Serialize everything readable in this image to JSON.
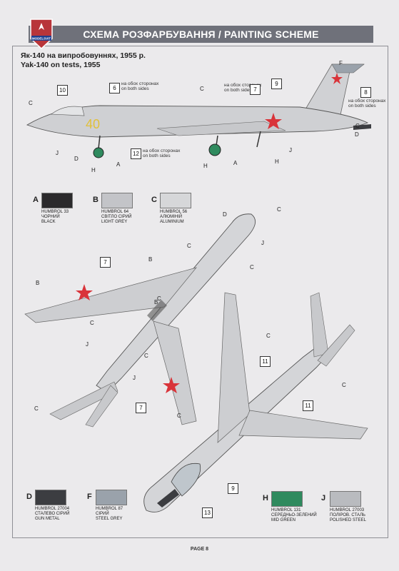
{
  "header": {
    "title": "СХЕМА РОЗФАРБУВАННЯ / PAINTING SCHEME",
    "logo_text": "MODELSVIT"
  },
  "caption": {
    "line1": "Як-140 на випробовуннях, 1955 р.",
    "line2": "Yak-140 on tests, 1955"
  },
  "side_view": {
    "fuselage_number": "40",
    "notes": [
      {
        "num": "6",
        "ua": "на обох сторонах",
        "en": "on both sides"
      },
      {
        "num": "7",
        "ua": "на обох сторонах",
        "en": "on both sides"
      },
      {
        "num": "8",
        "ua": "на обох сторонах",
        "en": "on both sides"
      },
      {
        "num": "12",
        "ua": "на обох сторонах",
        "en": "on both sides"
      }
    ],
    "callouts": [
      "10",
      "9"
    ],
    "tags": [
      "C",
      "C",
      "F",
      "C",
      "J",
      "D",
      "H",
      "A",
      "H",
      "A",
      "J",
      "H",
      "D"
    ]
  },
  "paints_top": [
    {
      "letter": "A",
      "code": "HUMBROL 33",
      "ua": "ЧОРНИЙ",
      "en": "BLACK",
      "color": "#2b2a2c"
    },
    {
      "letter": "B",
      "code": "HUMBROL 64",
      "ua": "СВІТЛО СІРИЙ",
      "en": "LIGHT GREY",
      "color": "#c3c4c8"
    },
    {
      "letter": "C",
      "code": "HUMBROL 56",
      "ua": "АЛЮМІНІЙ",
      "en": "ALUMINIUM",
      "color": "#d6d7d9"
    }
  ],
  "paints_bottom": [
    {
      "letter": "D",
      "code": "HUMBROL 27004",
      "ua": "СТАЛЕВО СІРИЙ",
      "en": "GUN METAL",
      "color": "#3c3d41"
    },
    {
      "letter": "F",
      "code": "HUMBROL 87",
      "ua": "СІРИЙ",
      "en": "STEEL GREY",
      "color": "#9aa2ab"
    },
    {
      "letter": "H",
      "code": "HUMBROL 131",
      "ua": "СЕРЕДНЬО-ЗЕЛЕНИЙ",
      "en": "MID GREEN",
      "color": "#2f8a5e"
    },
    {
      "letter": "J",
      "code": "HUMBROL 27003",
      "ua": "ПОЛІРОВ. СТАЛЬ",
      "en": "POLISHED STEEL",
      "color": "#b9bbbf"
    }
  ],
  "plan_view": {
    "callouts": [
      "7",
      "7",
      "11",
      "11",
      "9",
      "13"
    ],
    "tags": [
      "D",
      "C",
      "C",
      "J",
      "C",
      "B",
      "B",
      "C",
      "C",
      "J",
      "C",
      "B",
      "J",
      "C",
      "C",
      "C",
      "C"
    ]
  },
  "footer": "PAGE 8"
}
